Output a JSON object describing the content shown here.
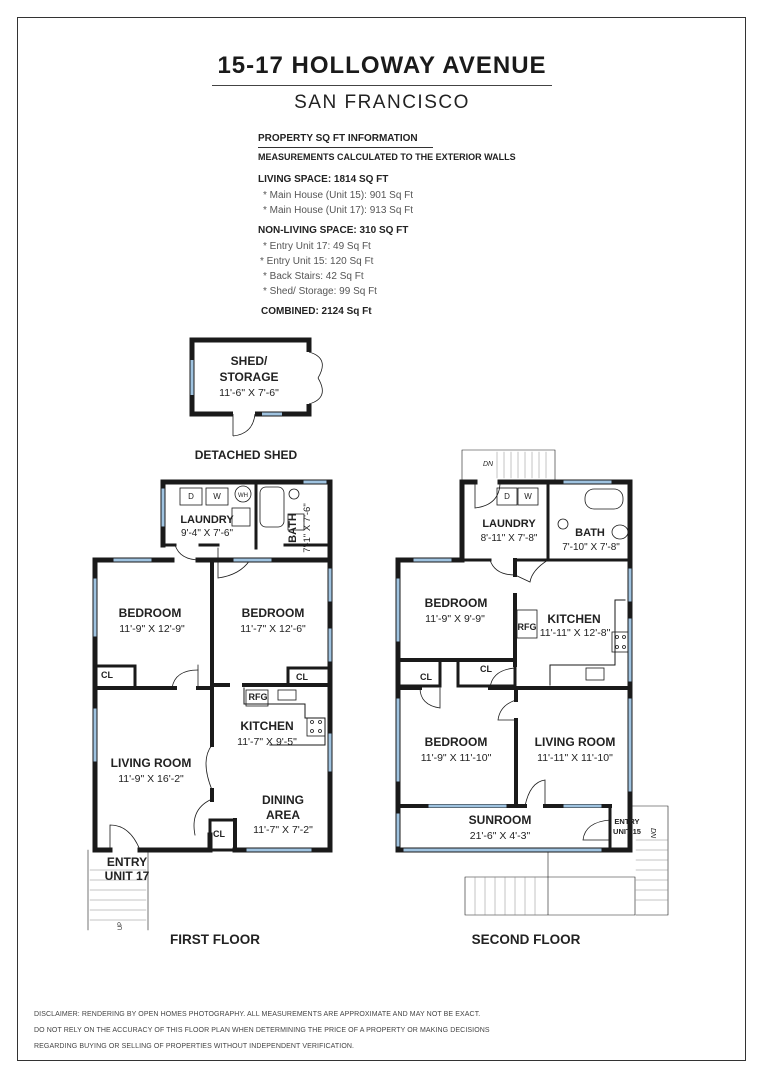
{
  "title": "15-17 HOLLOWAY AVENUE",
  "subtitle": "SAN FRANCISCO",
  "info": {
    "heading": "PROPERTY SQ FT INFORMATION",
    "note": "MEASUREMENTS CALCULATED TO THE EXTERIOR WALLS",
    "living_heading": "LIVING SPACE: 1814 SQ FT",
    "living_items": [
      "*  Main House (Unit 15):   901 Sq Ft",
      "*  Main House (Unit 17):  913 Sq Ft"
    ],
    "nonliving_heading": "NON-LIVING SPACE: 310 SQ FT",
    "nonliving_items": [
      "*  Entry Unit 17:   49 Sq Ft",
      "*  Entry Unit 15:   120 Sq Ft",
      "*  Back Stairs:   42 Sq Ft",
      "*  Shed/ Storage:   99 Sq Ft"
    ],
    "combined": "COMBINED:    2124  Sq Ft"
  },
  "shed": {
    "name1": "SHED/",
    "name2": "STORAGE",
    "dims": "11'-6\" X 7'-6\"",
    "caption": "DETACHED SHED"
  },
  "first_floor": {
    "caption": "FIRST FLOOR",
    "laundry": {
      "name": "LAUNDRY",
      "dims": "9'-4\" X 7'-6\""
    },
    "bath": {
      "name": "BATH",
      "dims": "7'-1\" X 7'-6\""
    },
    "bedroom_left": {
      "name": "BEDROOM",
      "dims": "11'-9\" X 12'-9\""
    },
    "bedroom_right": {
      "name": "BEDROOM",
      "dims": "11'-7\" X 12'-6\""
    },
    "kitchen": {
      "name": "KITCHEN",
      "dims": "11'-7\" X 9'-5\""
    },
    "living": {
      "name": "LIVING ROOM",
      "dims": "11'-9\" X 16'-2\""
    },
    "dining": {
      "name1": "DINING",
      "name2": "AREA",
      "dims": "11'-7\" X 7'-2\""
    },
    "entry1": "ENTRY",
    "entry2": "UNIT 17",
    "up": "UP",
    "cl": "CL",
    "rfg": "RFG",
    "d": "D",
    "w": "W",
    "wh": "WH"
  },
  "second_floor": {
    "caption": "SECOND FLOOR",
    "laundry": {
      "name": "LAUNDRY",
      "dims": "8'-11\" X 7'-8\""
    },
    "bath": {
      "name": "BATH",
      "dims": "7'-10\" X 7'-8\""
    },
    "bedroom_top": {
      "name": "BEDROOM",
      "dims": "11'-9\" X 9'-9\""
    },
    "kitchen": {
      "name": "KITCHEN",
      "dims": "11'-11\" X 12'-8\""
    },
    "bedroom_bottom": {
      "name": "BEDROOM",
      "dims": "11'-9\" X 11'-10\""
    },
    "living": {
      "name": "LIVING ROOM",
      "dims": "11'-11\" X 11'-10\""
    },
    "sunroom": {
      "name": "SUNROOM",
      "dims": "21'-6\" X 4'-3\""
    },
    "entry1": "ENTRY",
    "entry2": "UNIT 15",
    "dn": "DN",
    "cl": "CL",
    "rfg": "RFG",
    "d": "D",
    "w": "W"
  },
  "disclaimer": [
    "DISCLAIMER: RENDERING BY OPEN HOMES PHOTOGRAPHY. ALL MEASUREMENTS ARE APPROXIMATE AND MAY NOT BE EXACT.",
    "DO NOT RELY ON THE ACCURACY OF THIS FLOOR PLAN WHEN DETERMINING THE PRICE OF A PROPERTY OR MAKING DECISIONS",
    "REGARDING BUYING OR SELLING OF PROPERTIES WITHOUT INDEPENDENT VERIFICATION."
  ]
}
